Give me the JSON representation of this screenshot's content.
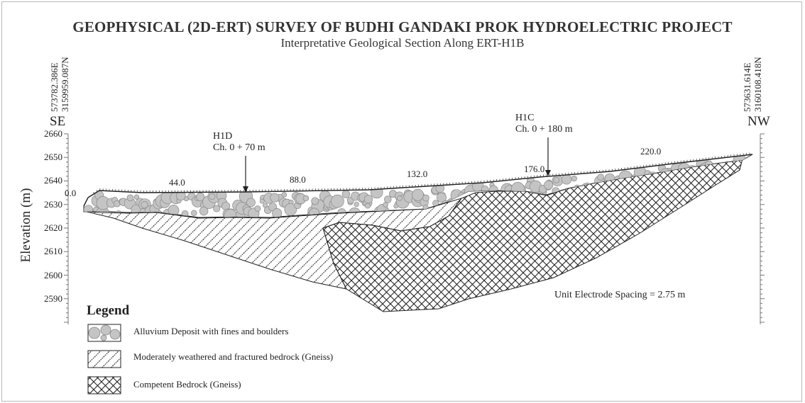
{
  "title": "GEOPHYSICAL (2D-ERT) SURVEY OF BUDHI GANDAKI PROK HYDROELECTRIC PROJECT",
  "subtitle": "Interpretative Geological Section Along ERT-H1B",
  "left_end": {
    "easting": "573782.386E",
    "northing": "3159959.087N",
    "direction": "SE"
  },
  "right_end": {
    "easting": "573631.614E",
    "northing": "3160108.418N",
    "direction": "NW"
  },
  "y_axis": {
    "label": "Elevation (m)",
    "ticks": [
      "2660",
      "2650",
      "2640",
      "2630",
      "2620",
      "2610",
      "2600",
      "2590"
    ]
  },
  "chainage_labels": [
    "0.0",
    "44.0",
    "88.0",
    "132.0",
    "176.0",
    "220.0"
  ],
  "boreholes": [
    {
      "name": "H1D",
      "chainage": "Ch. 0 + 70 m"
    },
    {
      "name": "H1C",
      "chainage": "Ch. 0 + 180 m"
    }
  ],
  "spacing_note": "Unit Electrode Spacing = 2.75 m",
  "legend": {
    "title": "Legend",
    "items": [
      {
        "label": "Alluvium Deposit with fines and boulders",
        "pattern": "circles"
      },
      {
        "label": "Moderately weathered and fractured bedrock (Gneiss)",
        "pattern": "hatch"
      },
      {
        "label": "Competent Bedrock (Gneiss)",
        "pattern": "crosshatch"
      }
    ]
  },
  "colors": {
    "line": "#222222",
    "boulder_fill": "#c4c4c4",
    "boulder_stroke": "#888888"
  }
}
